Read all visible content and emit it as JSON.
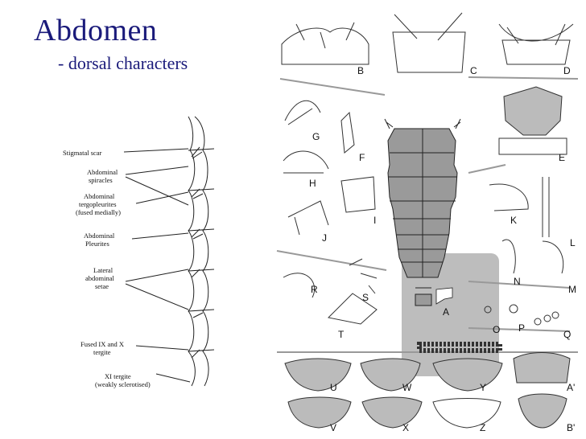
{
  "title": "Abdomen",
  "subtitle": "- dorsal characters",
  "left_labels": [
    "Stigmatal scar",
    "Abdominal",
    "spiracles",
    "Abdominal",
    "tergopleurites",
    "(fused medially)",
    "Abdominal",
    "Pleurites",
    "Lateral",
    "abdominal",
    "setae",
    "Fused IX and X",
    "tergite",
    "XI tergite",
    "(weakly sclerotised)"
  ],
  "letters": {
    "A": "A",
    "B": "B",
    "C": "C",
    "D": "D",
    "E": "E",
    "F": "F",
    "G": "G",
    "H": "H",
    "I": "I",
    "J": "J",
    "K": "K",
    "L": "L",
    "M": "M",
    "N": "N",
    "O": "O",
    "P": "P",
    "Q": "Q",
    "R": "R",
    "S": "S",
    "T": "T",
    "U": "U",
    "V": "V",
    "W": "W",
    "X": "X",
    "Y": "Y",
    "Z": "Z",
    "A1": "A'",
    "B1": "B'"
  }
}
